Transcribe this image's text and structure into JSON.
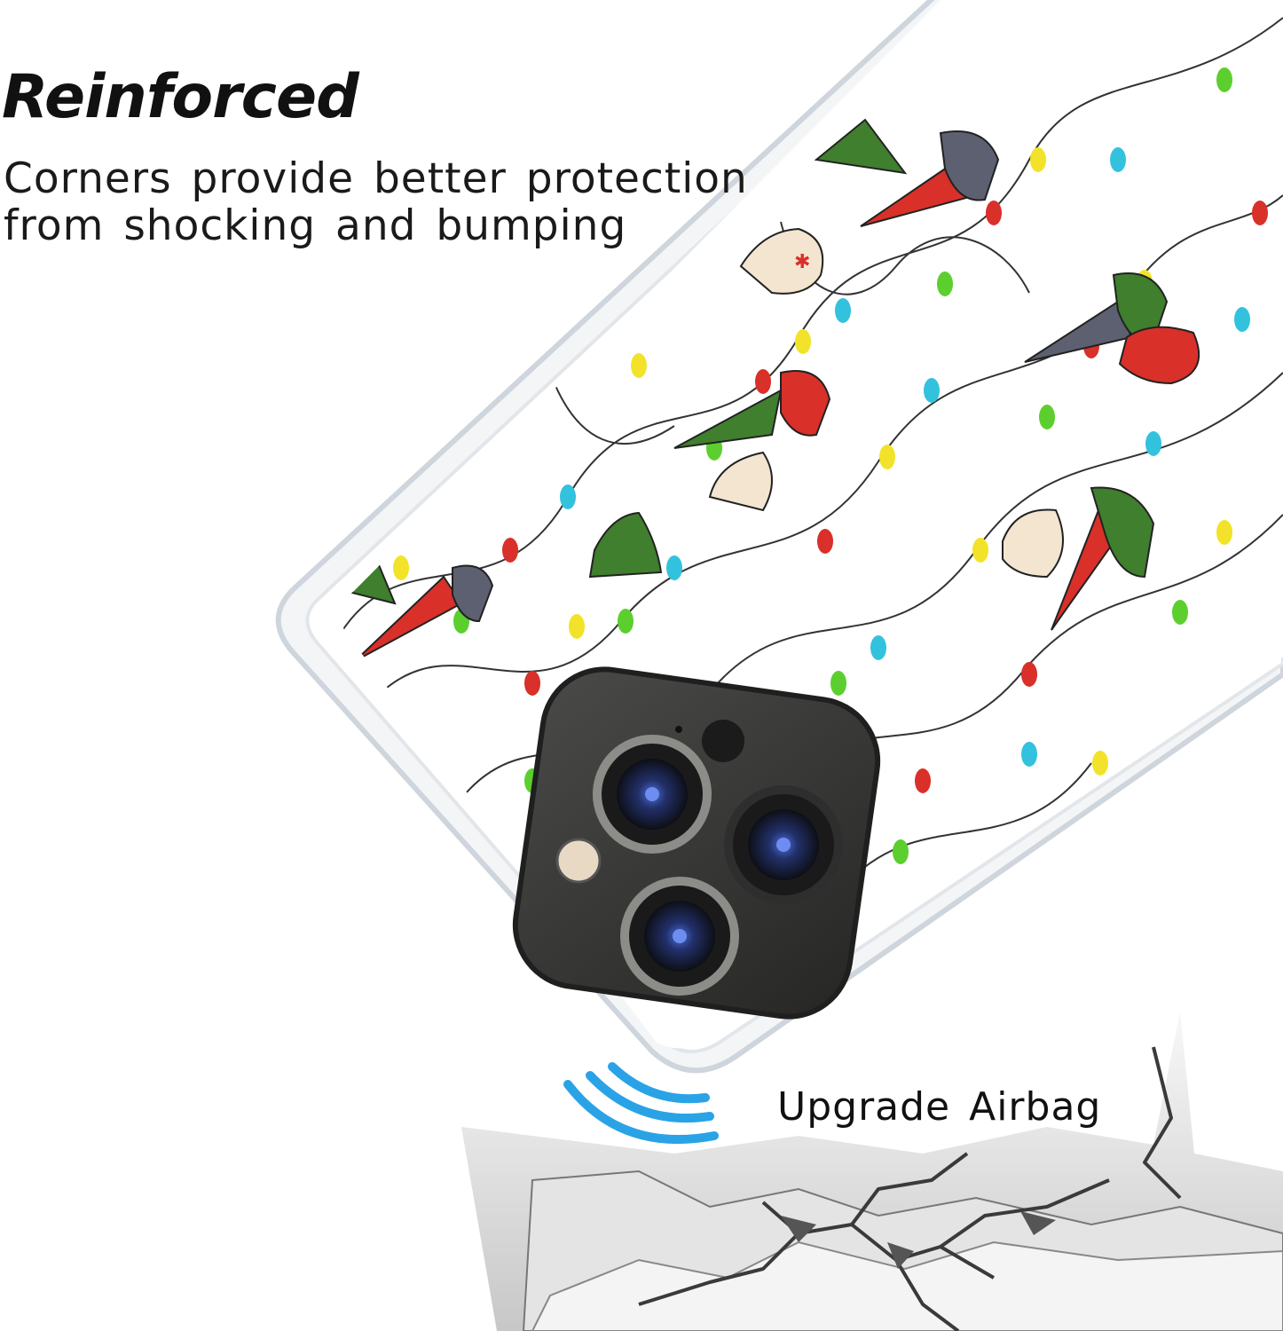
{
  "headline": "Reinforced",
  "subline": {
    "line1": "Corners provide better protection",
    "line2": "from shocking and bumping"
  },
  "airbag_label": "Upgrade Airbag",
  "colors": {
    "case_edge": "#d9dde2",
    "camera_body": "#3a3a3a",
    "lens_blue": "#2a3f8f",
    "signal_waves": "#2aa3e6",
    "gnome_red": "#d9302a",
    "gnome_green": "#3f7f2e",
    "gnome_grey": "#5d6070",
    "bulb_yellow": "#f2e32a",
    "bulb_green": "#5ccf2e",
    "bulb_cyan": "#33c2dd"
  },
  "icons": [
    "gnome-pattern",
    "camera-module",
    "signal-waves-icon",
    "cracked-ground"
  ]
}
